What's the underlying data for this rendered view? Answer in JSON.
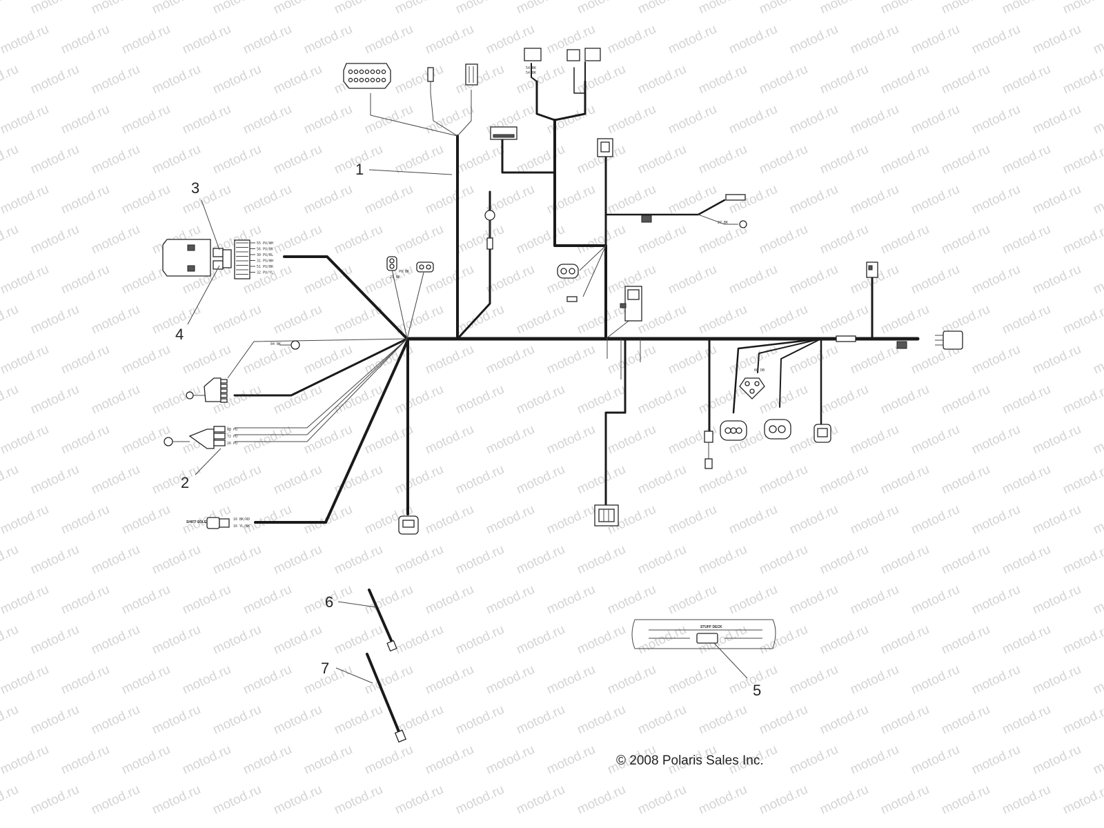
{
  "callouts": [
    {
      "id": "1",
      "label": "1"
    },
    {
      "id": "2",
      "label": "2"
    },
    {
      "id": "3",
      "label": "3"
    },
    {
      "id": "4",
      "label": "4"
    },
    {
      "id": "5",
      "label": "5"
    },
    {
      "id": "6",
      "label": "6"
    },
    {
      "id": "7",
      "label": "7"
    }
  ],
  "wire_labels": {
    "upper_left_connector": [
      "55 PU/WH",
      "56 PU/BK",
      "30 PU/BL",
      "31 PU/WH",
      "51 PU/BK",
      "32 PU/YL"
    ],
    "ground_ring": "84 BK",
    "lower_left_connector": [
      "68 PU",
      "72 PU",
      "26 PU"
    ],
    "shift_solenoid_wires": [
      "16 BK/RD",
      "16 YL/BK"
    ],
    "small_connectors": [
      "PU BK",
      "27 BK"
    ],
    "relay_pins": [
      "54 BK",
      "54 BK"
    ],
    "right_branch_ring": "27 BK",
    "sensor_wire": "66 DB"
  },
  "tags": {
    "shift_solenoid": "SHIFT SOLENOID",
    "stuff_inset": "STUFF DECK"
  },
  "watermark": "motod.ru",
  "copyright": "© 2008 Polaris Sales Inc."
}
